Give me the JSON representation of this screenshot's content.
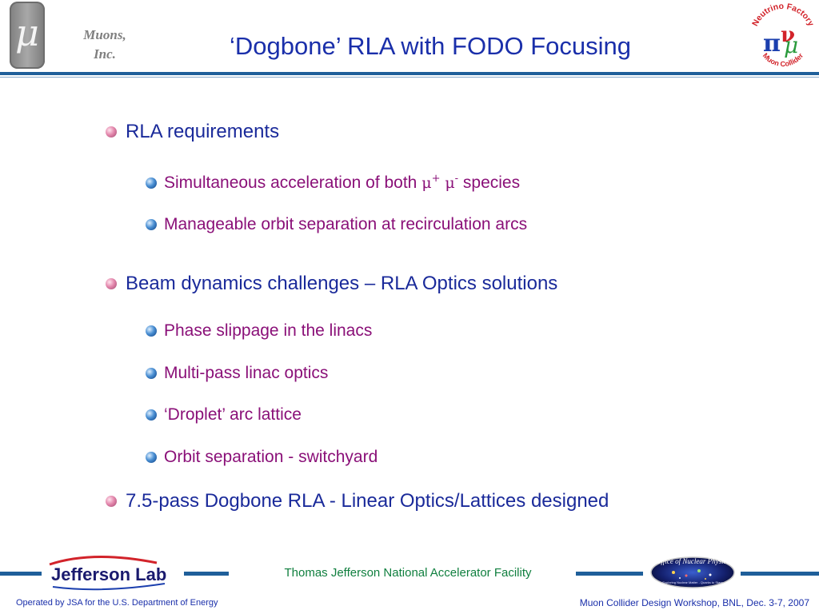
{
  "header": {
    "logo_symbol": "μ",
    "company_line1": "Muons,",
    "company_line2": "Inc.",
    "title": "‘Dogbone’ RLA with FODO Focusing",
    "nf_logo_text": "Neutrino Factory",
    "nf_logo_sub": "Muon Collider"
  },
  "content": {
    "sec1": {
      "title": "RLA requirements",
      "items": [
        {
          "pre": "Simultaneous acceleration of both ",
          "mu": "μ",
          "plus": "+",
          "minus": "-",
          "post": " species"
        },
        {
          "text": "Manageable orbit separation at recirculation arcs"
        }
      ]
    },
    "sec2": {
      "title_pre": "Beam dynamics challenges ",
      "dash": "–",
      "title_post": " RLA Optics solutions",
      "items": [
        {
          "text": "Phase slippage in the linacs"
        },
        {
          "text": "Multi-pass linac optics"
        },
        {
          "text": "‘Droplet’ arc lattice"
        },
        {
          "text": "Orbit separation - switchyard"
        }
      ]
    },
    "sec3": {
      "title": "7.5-pass Dogbone RLA - Linear Optics/Lattices designed"
    }
  },
  "footer": {
    "jlab_name": "Jefferson Lab",
    "facility": "Thomas Jefferson National Accelerator Facility",
    "onp_title": "Office of Nuclear Physics",
    "onp_tagline": "Exploring Nuclear Matter - Quarks to Stars",
    "left": "Operated by JSA for the U.S. Department of Energy",
    "right": "Muon Collider Design Workshop, BNL, Dec. 3-7, 2007"
  },
  "colors": {
    "title": "#1a2faa",
    "level1": "#1a2a9a",
    "level2": "#8a1078",
    "rule": "#1f5f9a",
    "facility": "#0f7f3e"
  }
}
